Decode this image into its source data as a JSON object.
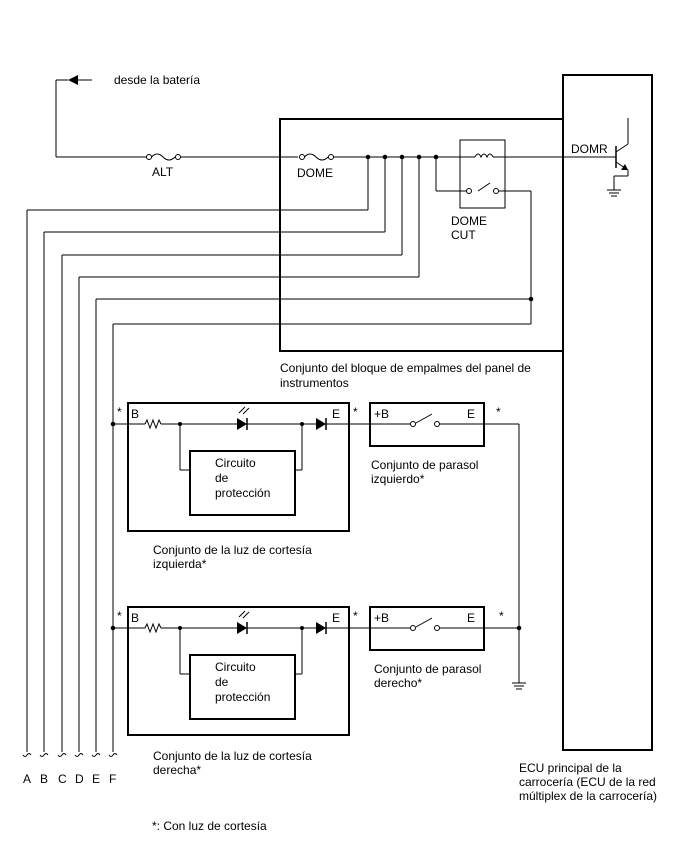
{
  "labels": {
    "from_battery": "desde la batería",
    "alt_fuse": "ALT",
    "dome_fuse": "DOME",
    "dome_cut_line1": "DOME",
    "dome_cut_line2": "CUT",
    "domr": "DOMR",
    "jb_line1": "Conjunto del bloque de empalmes del panel de",
    "jb_line2": "instrumentos",
    "circuit_line1": "Circuito",
    "circuit_line2": "de",
    "circuit_line3": "protección",
    "left_courtesy_line1": "Conjunto de la luz de cortesía",
    "left_courtesy_line2": "izquierda*",
    "right_courtesy_line1": "Conjunto de la luz de cortesía",
    "right_courtesy_line2": "derecha*",
    "left_visor_line1": "Conjunto de parasol",
    "left_visor_line2": "izquierdo*",
    "right_visor_line1": "Conjunto de parasol",
    "right_visor_line2": "derecho*",
    "ecu_line1": "ECU principal de la",
    "ecu_line2": "carrocería (ECU de la red",
    "ecu_line3": "múltiplex de la carrocería)",
    "footnote": "*: Con luz de cortesía",
    "terminal_b": "B",
    "terminal_e": "E",
    "terminal_plus_b": "+B",
    "asterisk": "*"
  },
  "connectors": [
    "A",
    "B",
    "C",
    "D",
    "E",
    "F"
  ]
}
